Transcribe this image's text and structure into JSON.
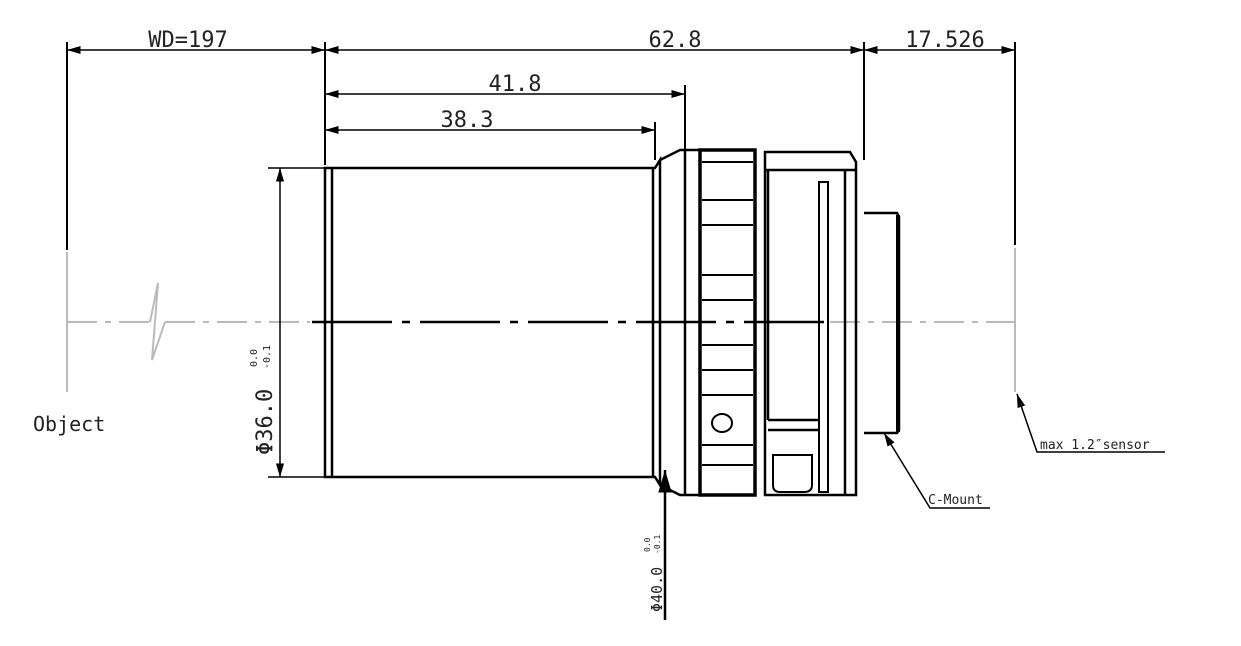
{
  "dimensions": {
    "working_distance": "WD=197",
    "total_length": "62.8",
    "flange_back": "17.526",
    "length_1": "41.8",
    "length_2": "38.3",
    "diameter_barrel": "Φ36.0",
    "diameter_barrel_tol_upper": "0.0",
    "diameter_barrel_tol_lower": "-0.1",
    "diameter_front": "Φ40.0",
    "diameter_front_tol_upper": "0.0",
    "diameter_front_tol_lower": "-0.1"
  },
  "labels": {
    "object": "Object",
    "mount": "C-Mount",
    "sensor": "max 1.2″sensor"
  }
}
